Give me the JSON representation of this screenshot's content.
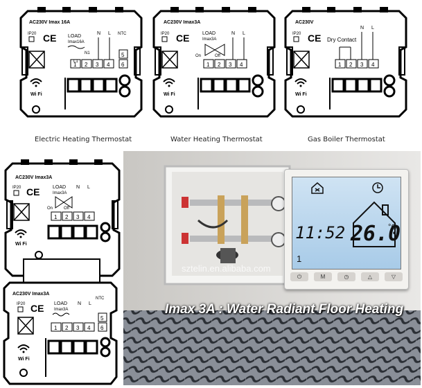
{
  "captions": {
    "electric": "Electric Heating Thermostat",
    "water": "Water Heating Thermostat",
    "gas": "Gas Boiler Thermostat"
  },
  "diagrams": {
    "electric": {
      "rating": "AC230V  Imax 16A",
      "ip": "IP20",
      "ce": "CE",
      "load": "LOAD",
      "load_sub": "Imax16A",
      "l1": "L1",
      "n1": "N1",
      "n": "N",
      "l": "L",
      "ntc": "NTC",
      "terminals": [
        "1",
        "2",
        "3",
        "4",
        "5",
        "6"
      ],
      "wifi": "Wi Fi"
    },
    "water": {
      "rating": "AC230V  Imax3A",
      "ip": "IP20",
      "ce": "CE",
      "load": "LOAD",
      "load_sub": "Imax3A",
      "on": "On",
      "off": "Off",
      "n": "N",
      "l": "L",
      "terminals": [
        "1",
        "2",
        "3",
        "4"
      ],
      "wifi": "Wi Fi"
    },
    "gas": {
      "rating": "AC230V",
      "ip": "IP20",
      "ce": "CE",
      "dry": "Dry Contact",
      "n": "N",
      "l": "L",
      "terminals": [
        "1",
        "2",
        "3",
        "4"
      ],
      "wifi": "Wi Fi"
    },
    "back_water": {
      "rating": "AC230V  Imax3A",
      "ip": "IP20",
      "ce": "CE",
      "load": "LOAD",
      "load_sub": "Imax3A",
      "on": "On",
      "off": "Off",
      "n": "N",
      "l": "L",
      "terminals": [
        "1",
        "2",
        "3",
        "4"
      ],
      "wifi": "Wi Fi"
    },
    "front_electric": {
      "rating": "AC230V  Imax3A",
      "ip": "IP20",
      "ce": "CE",
      "load": "LOAD",
      "load_sub": "Imax3A",
      "n": "N",
      "l": "L",
      "ntc": "NTC",
      "terminals": [
        "1",
        "2",
        "3",
        "4",
        "5",
        "6"
      ],
      "wifi": "Wi Fi"
    }
  },
  "photo": {
    "overlay": "Imax  3A : Water Radiant Floor Heating",
    "watermark": "sztelin.en.alibaba.com",
    "thermostat": {
      "time": "11:52",
      "temp": "26.0",
      "unit": "°C",
      "program": "1",
      "buttons": [
        "⏻",
        "M",
        "◷",
        "△",
        "▽"
      ]
    }
  }
}
